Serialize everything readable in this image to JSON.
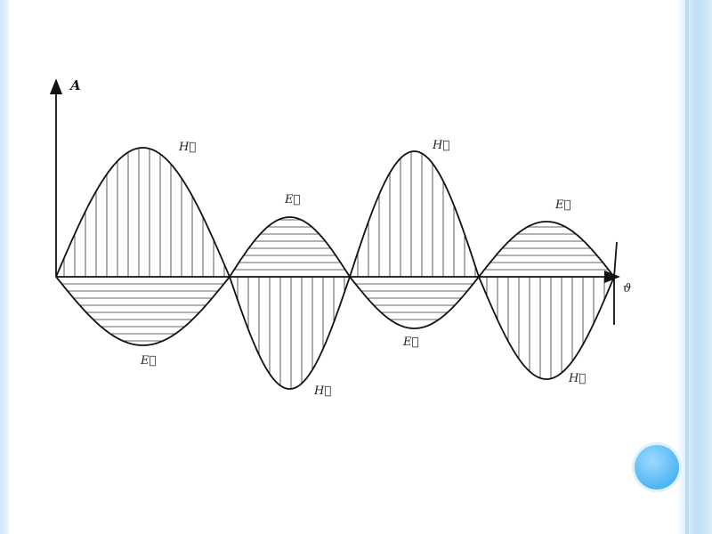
{
  "diagram": {
    "y_axis_label": "A",
    "x_axis_label": "ϑ",
    "labels": [
      {
        "id": "h1",
        "text": "H⃗"
      },
      {
        "id": "e1",
        "text": "E⃗"
      },
      {
        "id": "h2",
        "text": "H⃗"
      },
      {
        "id": "e2",
        "text": "E⃗"
      },
      {
        "id": "e3",
        "text": "E⃗"
      },
      {
        "id": "h3",
        "text": "H⃗"
      },
      {
        "id": "e4",
        "text": "E⃗"
      },
      {
        "id": "h4",
        "text": "H⃗"
      }
    ]
  },
  "colors": {
    "border": "#bfdff5",
    "nav_dot": "#4fb6f2",
    "stroke": "#111111"
  }
}
